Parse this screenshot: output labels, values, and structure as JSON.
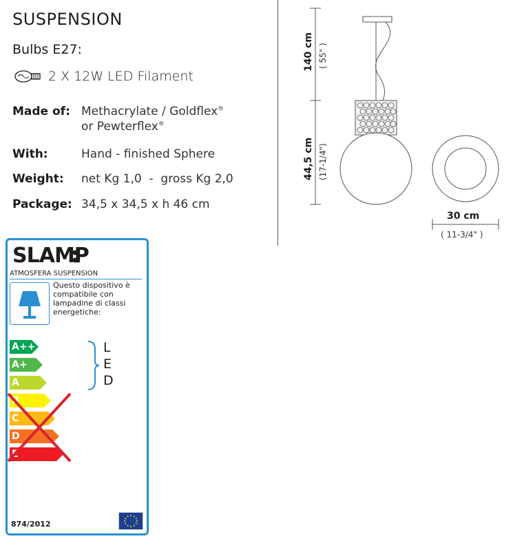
{
  "product": {
    "title": "SUSPENSION",
    "bulbs": "Bulbs E27:",
    "bulb_icon": "led-filament-bulb-icon",
    "filament": "2 X 12W LED Filament"
  },
  "specs": [
    {
      "label": "Made of:",
      "value_line1": "Methacrylate / Goldflex",
      "reg1": "®",
      "value_line2": "or Pewterflex",
      "reg2": "®"
    },
    {
      "label": "With:",
      "value": "Hand - finished Sphere"
    },
    {
      "label": "Weight:",
      "value": "net Kg 1,0  -  gross Kg 2,0"
    },
    {
      "label": "Package:",
      "value": "34,5 x 34,5 x h 46 cm"
    }
  ],
  "dimensions": {
    "cable_height": "140 cm",
    "cable_height_in": "( 55\" )",
    "body_height": "44,5 cm",
    "body_height_in": "(17-1/4\")",
    "diameter": "30 cm",
    "diameter_in": "( 11-3/4\" )"
  },
  "energy_label": {
    "brand": "SLAMP",
    "model": "ATMOSFERA SUSPENSION",
    "compat_text": "Questo dispositivo è compatibile con lampadine di classi energetiche:",
    "classes": [
      {
        "label": "A++",
        "color": "#00a651"
      },
      {
        "label": "A+",
        "color": "#50b848"
      },
      {
        "label": "A",
        "color": "#bed630"
      },
      {
        "label": "B",
        "color": "#fff200"
      },
      {
        "label": "C",
        "color": "#fdb913"
      },
      {
        "label": "D",
        "color": "#f37021"
      },
      {
        "label": "E",
        "color": "#ed1c24"
      }
    ],
    "led_letters": [
      "L",
      "E",
      "D"
    ],
    "regulation": "874/2012",
    "accent_color": "#2a8fd1",
    "cross_color": "#d9232d"
  }
}
